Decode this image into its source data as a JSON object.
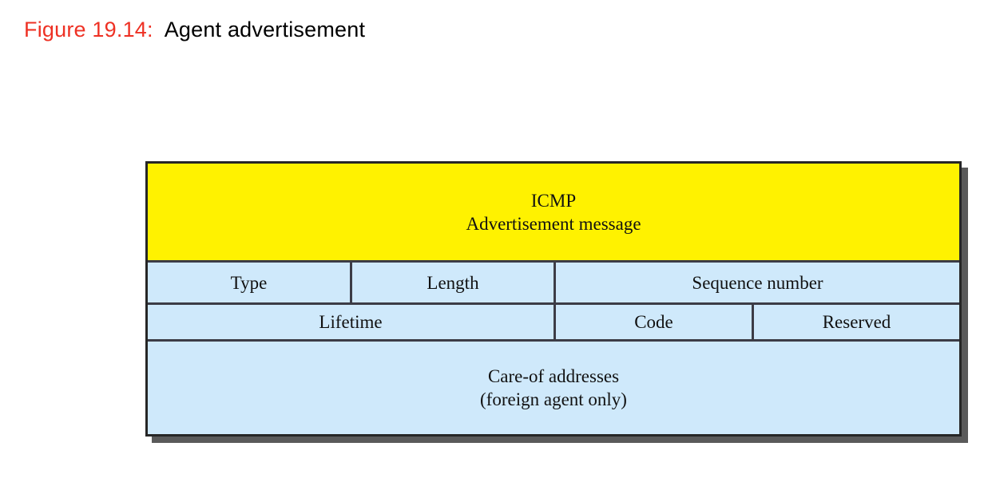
{
  "caption": {
    "label": "Figure 19.14:",
    "title": "Agent advertisement",
    "label_color": "#ee3124",
    "title_color": "#000000"
  },
  "diagram": {
    "name": "agent-advertisement-packet-format",
    "colors": {
      "header_fill": "#fff200",
      "field_fill": "#cfe9fb",
      "border": "#262626",
      "divider": "#3c3c46",
      "shadow": "#5a5a5a"
    },
    "rows": [
      {
        "id": "icmp-header",
        "fill": "#fff200",
        "cells": [
          {
            "id": "icmp-advertisement-message",
            "lines": [
              "ICMP",
              "Advertisement message"
            ]
          }
        ]
      },
      {
        "id": "type-length-sequence",
        "fill": "#cfe9fb",
        "cells": [
          {
            "id": "type",
            "lines": [
              "Type"
            ]
          },
          {
            "id": "length",
            "lines": [
              "Length"
            ]
          },
          {
            "id": "sequence-number",
            "lines": [
              "Sequence number"
            ]
          }
        ]
      },
      {
        "id": "lifetime-code-reserved",
        "fill": "#cfe9fb",
        "cells": [
          {
            "id": "lifetime",
            "lines": [
              "Lifetime"
            ]
          },
          {
            "id": "code",
            "lines": [
              "Code"
            ]
          },
          {
            "id": "reserved",
            "lines": [
              "Reserved"
            ]
          }
        ]
      },
      {
        "id": "care-of-addresses",
        "fill": "#cfe9fb",
        "cells": [
          {
            "id": "care-of-addresses",
            "lines": [
              "Care-of addresses",
              "(foreign agent only)"
            ]
          }
        ]
      }
    ]
  }
}
